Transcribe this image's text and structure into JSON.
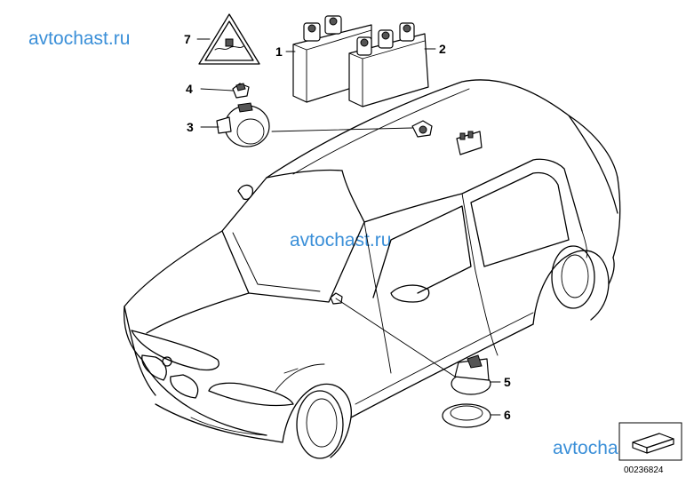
{
  "watermarks": [
    "avtochast.ru",
    "avtochast.ru",
    "avtochast.ru"
  ],
  "callouts": {
    "c1": "1",
    "c2": "2",
    "c3": "3",
    "c4": "4",
    "c5": "5",
    "c6": "6",
    "c7": "7"
  },
  "diagram_number": "00236824"
}
